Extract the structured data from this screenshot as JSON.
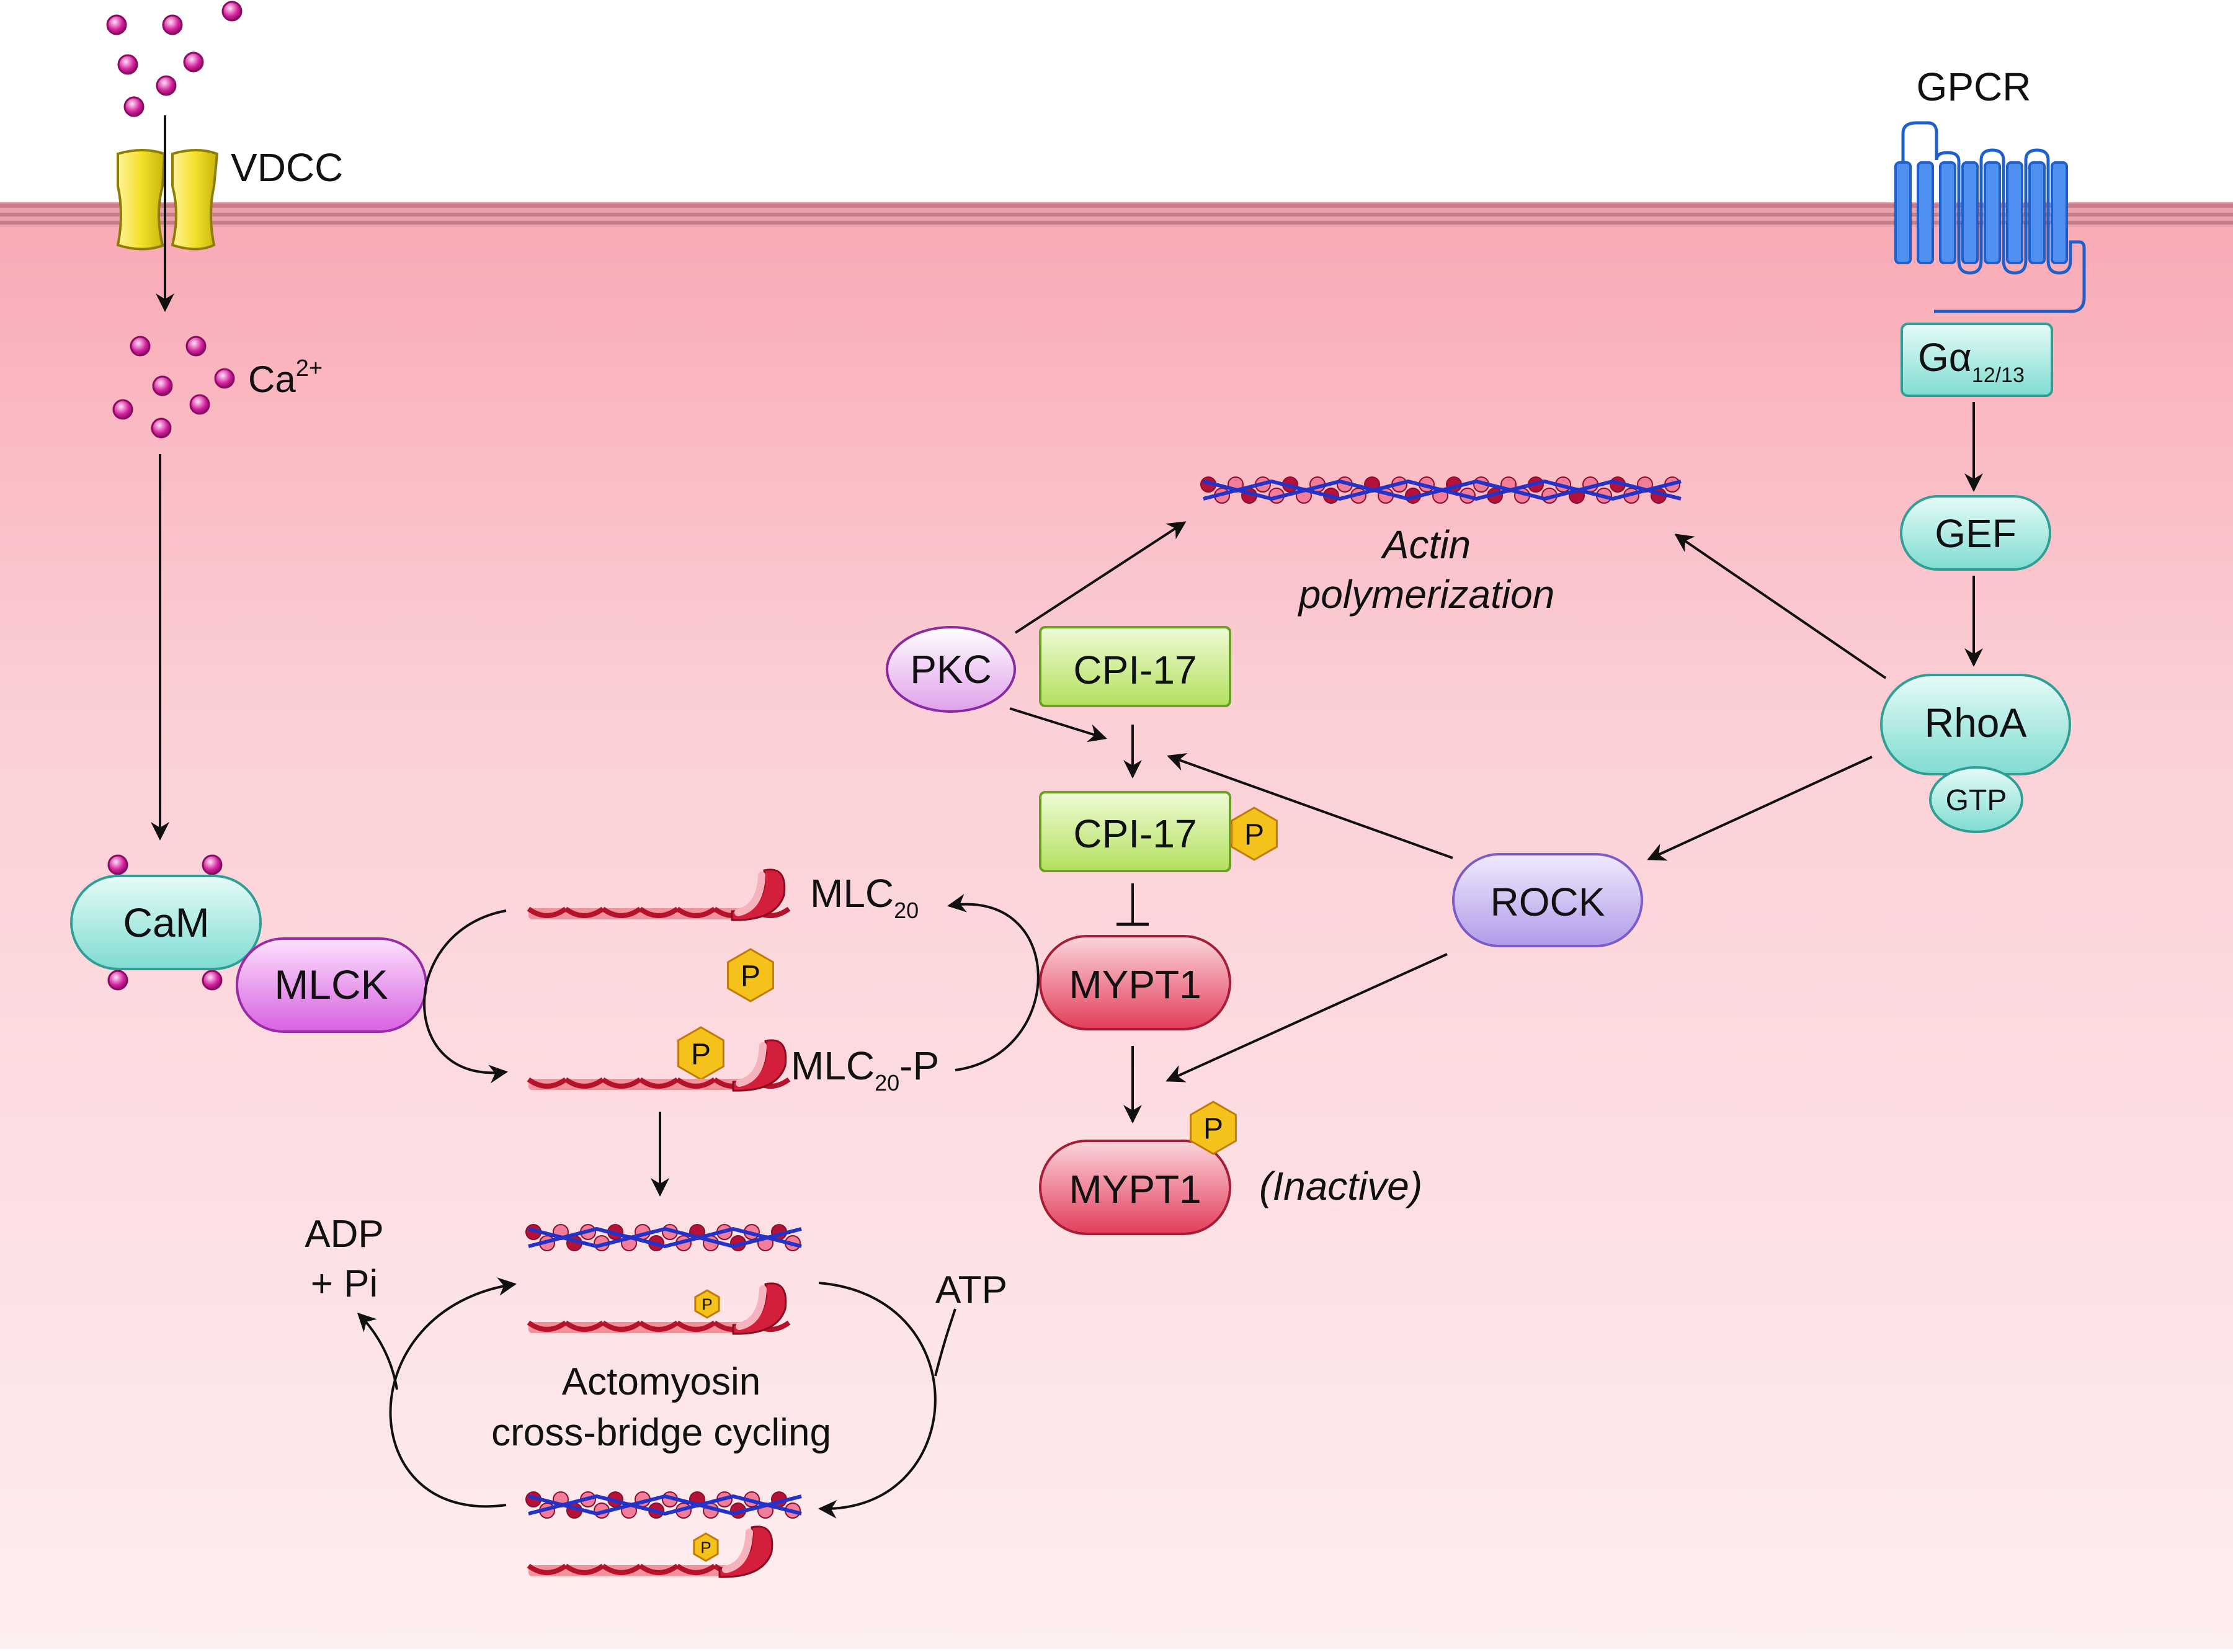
{
  "membrane": {
    "vdcc_label": "VDCC",
    "gpcr_label": "GPCR",
    "ca_label": "Ca",
    "ca_charge": "2+"
  },
  "nodes": {
    "galpha": {
      "main": "Gα",
      "sub": "12/13"
    },
    "gef": "GEF",
    "rhoa": "RhoA",
    "gtp": "GTP",
    "rock": "ROCK",
    "pkc": "PKC",
    "cpi17": "CPI-17",
    "cpi17_p": "CPI-17",
    "mypt1": "MYPT1",
    "mypt1_p": "MYPT1",
    "cam": "CaM",
    "mlck": "MLCK",
    "phosphate": "P"
  },
  "labels": {
    "actin_line1": "Actin",
    "actin_line2": "polymerization",
    "mlc20": "MLC",
    "mlc20_sub": "20",
    "mlc20p": "MLC",
    "mlc20p_sub": "20",
    "mlc20p_suffix": "-P",
    "inactive": "(Inactive)",
    "adp_line1": "ADP",
    "adp_line2": "+ Pi",
    "atp": "ATP",
    "cycling_line1": "Actomyosin",
    "cycling_line2": "cross-bridge cycling"
  },
  "colors": {
    "cytoplasm_top": "#f9aab5",
    "cytoplasm_bottom": "#fdeef0",
    "teal": "#8fe6dc",
    "green": "#c3ec7a",
    "purple": "#c7b3f1",
    "magenta": "#e17ce8",
    "red": "#e54a64",
    "phosphate": "#f5c11b",
    "receptor": "#2f6fd6"
  }
}
